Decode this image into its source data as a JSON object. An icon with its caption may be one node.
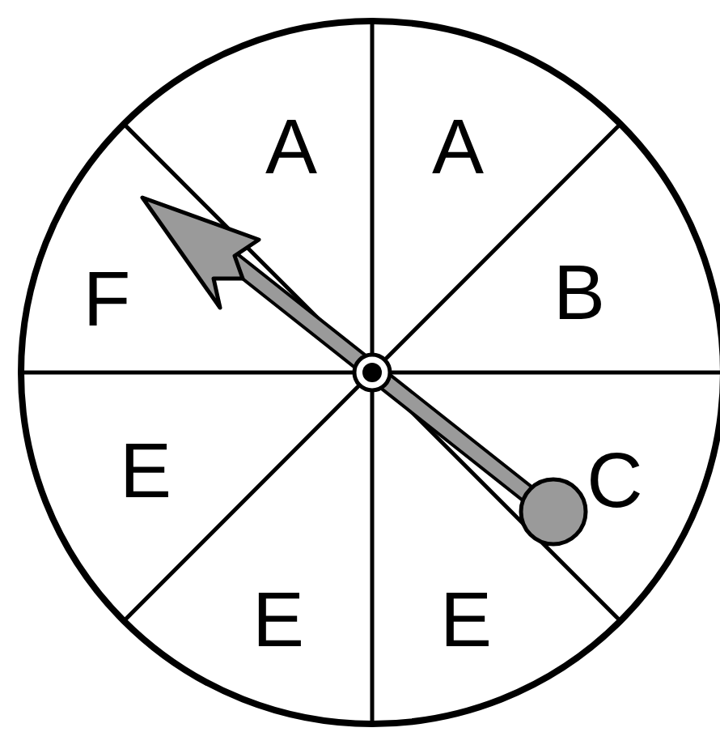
{
  "diagram": {
    "labels": [
      "A",
      "A",
      "F",
      "B",
      "E",
      "C",
      "E",
      "E"
    ]
  }
}
